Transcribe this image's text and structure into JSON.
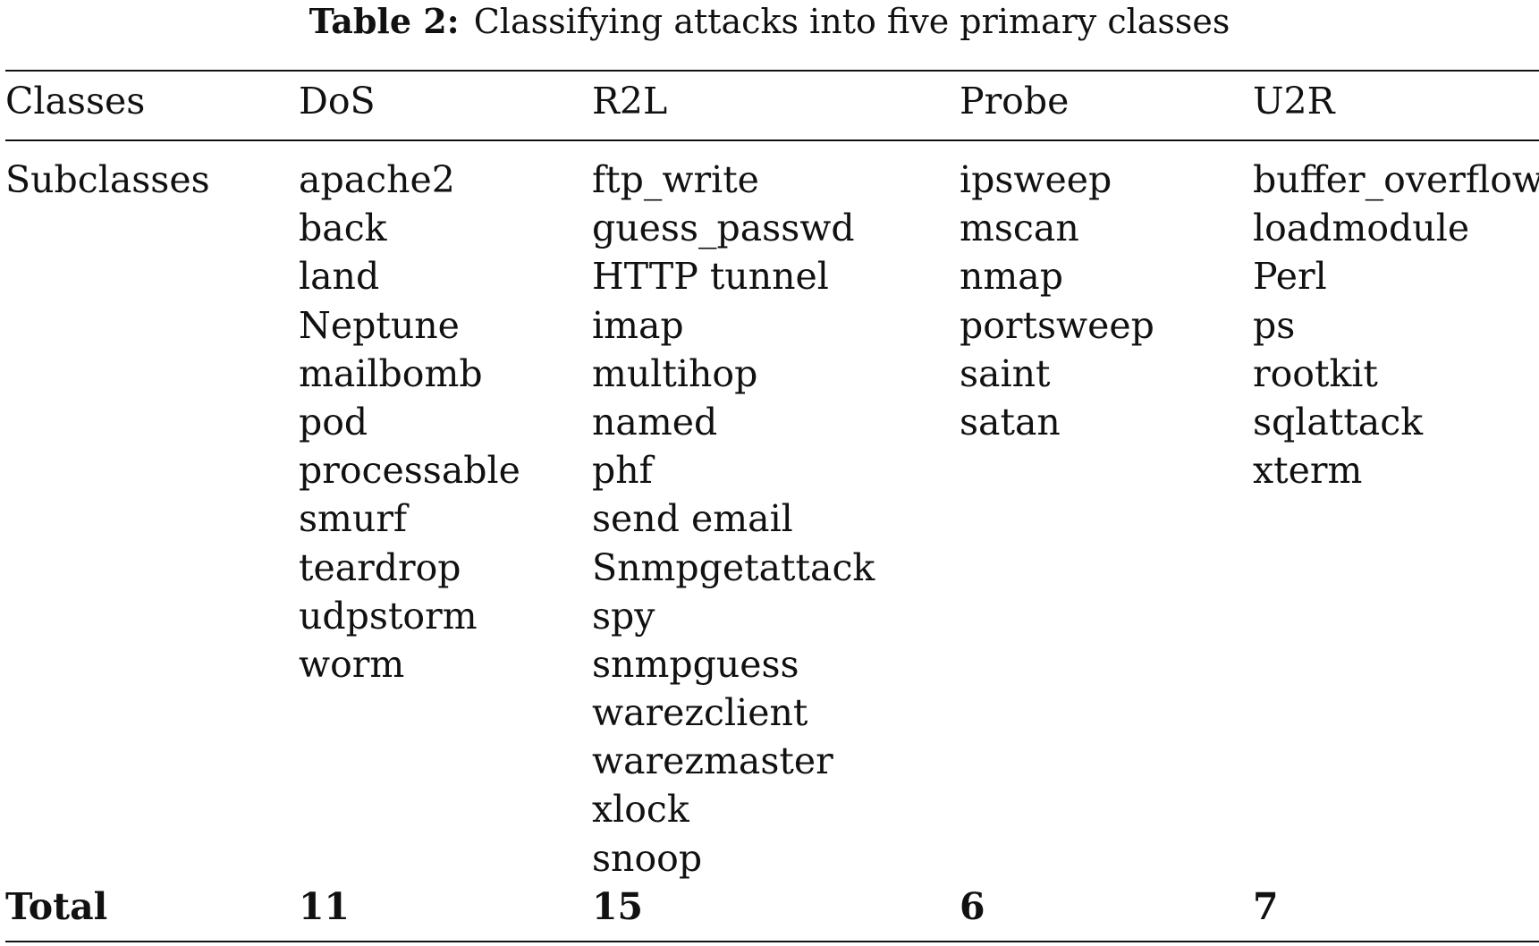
{
  "caption": {
    "label": "Table 2:",
    "text": "Classifying attacks into five primary classes"
  },
  "table": {
    "header": {
      "row_label": "Classes",
      "columns": [
        "DoS",
        "R2L",
        "Probe",
        "U2R"
      ]
    },
    "subclasses": {
      "row_label": "Subclasses",
      "columns": [
        [
          "apache2",
          "back",
          "land",
          "Neptune",
          "mailbomb",
          "pod",
          "processable",
          "smurf",
          "teardrop",
          "udpstorm",
          "worm"
        ],
        [
          "ftp_write",
          "guess_passwd",
          "HTTP tunnel",
          "imap",
          "multihop",
          "named",
          "phf",
          "send email",
          "Snmpgetattack",
          "spy",
          "snmpguess",
          "warezclient",
          "warezmaster",
          "xlock",
          "snoop"
        ],
        [
          "ipsweep",
          "mscan",
          "nmap",
          "portsweep",
          "saint",
          "satan"
        ],
        [
          "buffer_overflow",
          "loadmodule",
          "Perl",
          "ps",
          "rootkit",
          "sqlattack",
          "xterm"
        ]
      ]
    },
    "total": {
      "row_label": "Total",
      "columns": [
        "11",
        "15",
        "6",
        "7"
      ]
    }
  }
}
